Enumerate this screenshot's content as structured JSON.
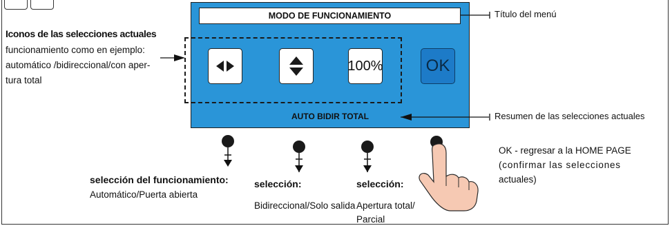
{
  "menu": {
    "title": "MODO DE FUNCIONAMIENTO",
    "summary": "AUTO BIDIR TOTAL",
    "buttons": [
      {
        "name": "direction-button",
        "icon": "left-right-arrows-icon",
        "text": ""
      },
      {
        "name": "exit-button",
        "icon": "up-down-arrows-icon",
        "text": ""
      },
      {
        "name": "opening-button",
        "icon": "",
        "text": "100%"
      },
      {
        "name": "ok-button",
        "icon": "",
        "text": "OK"
      }
    ]
  },
  "callouts": {
    "title_label": "Título del menú",
    "summary_label": "Resumen de las selecciones actuales",
    "icons_heading": "Iconos de las selecciones actuales",
    "icons_desc_1": "funcionamiento como en ejemplo:",
    "icons_desc_2": "automático /bidireccional/con aper-",
    "icons_desc_3": "tura total"
  },
  "keys": {
    "k1_title": "selección del funcionamiento:",
    "k1_desc": "Automático/Puerta abierta",
    "k2_title": "selección:",
    "k2_desc": "Bidireccional/Solo salida",
    "k3_title": "selección:",
    "k3_desc_1": "Apertura total/",
    "k3_desc_2": "Parcial",
    "k4_desc_1": "OK - regresar a la HOME PAGE",
    "k4_desc_2": "(confirmar las selecciones",
    "k4_desc_3": "actuales)"
  },
  "colors": {
    "panel": "#2a95d8",
    "ok_button": "#1d7bc8",
    "skin": "#f6c9b3"
  }
}
